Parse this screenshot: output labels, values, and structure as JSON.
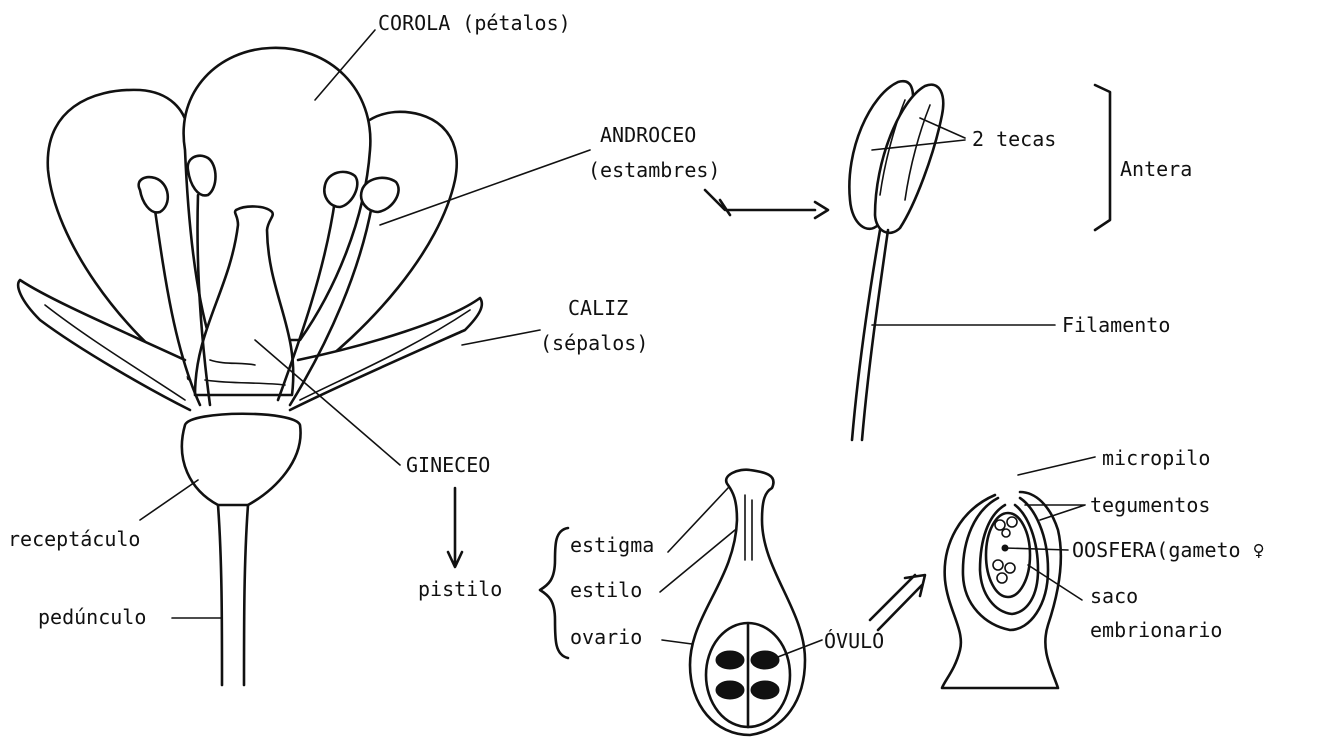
{
  "labels": {
    "corola": "COROLA (pétalos)",
    "androceo_line1": "ANDROCEO",
    "androceo_line2": "(estambres)",
    "caliz_line1": "CALIZ",
    "caliz_line2": "(sépalos)",
    "gineceo": "GINECEO",
    "receptaculo": "receptáculo",
    "pedunculo": "pedúnculo",
    "tecas": "2 tecas",
    "antera": "Antera",
    "filamento": "Filamento",
    "pistilo": "pistilo",
    "estigma": "estigma",
    "estilo": "estilo",
    "ovario": "ovario",
    "ovulo": "ÓVULO",
    "micropilo": "micropilo",
    "tegumentos": "tegumentos",
    "oosfera": "OOSFERA(gameto ♀",
    "saco_line1": "saco",
    "saco_line2": "embrionario"
  },
  "colors": {
    "ink": "#111111",
    "paper": "#ffffff"
  }
}
